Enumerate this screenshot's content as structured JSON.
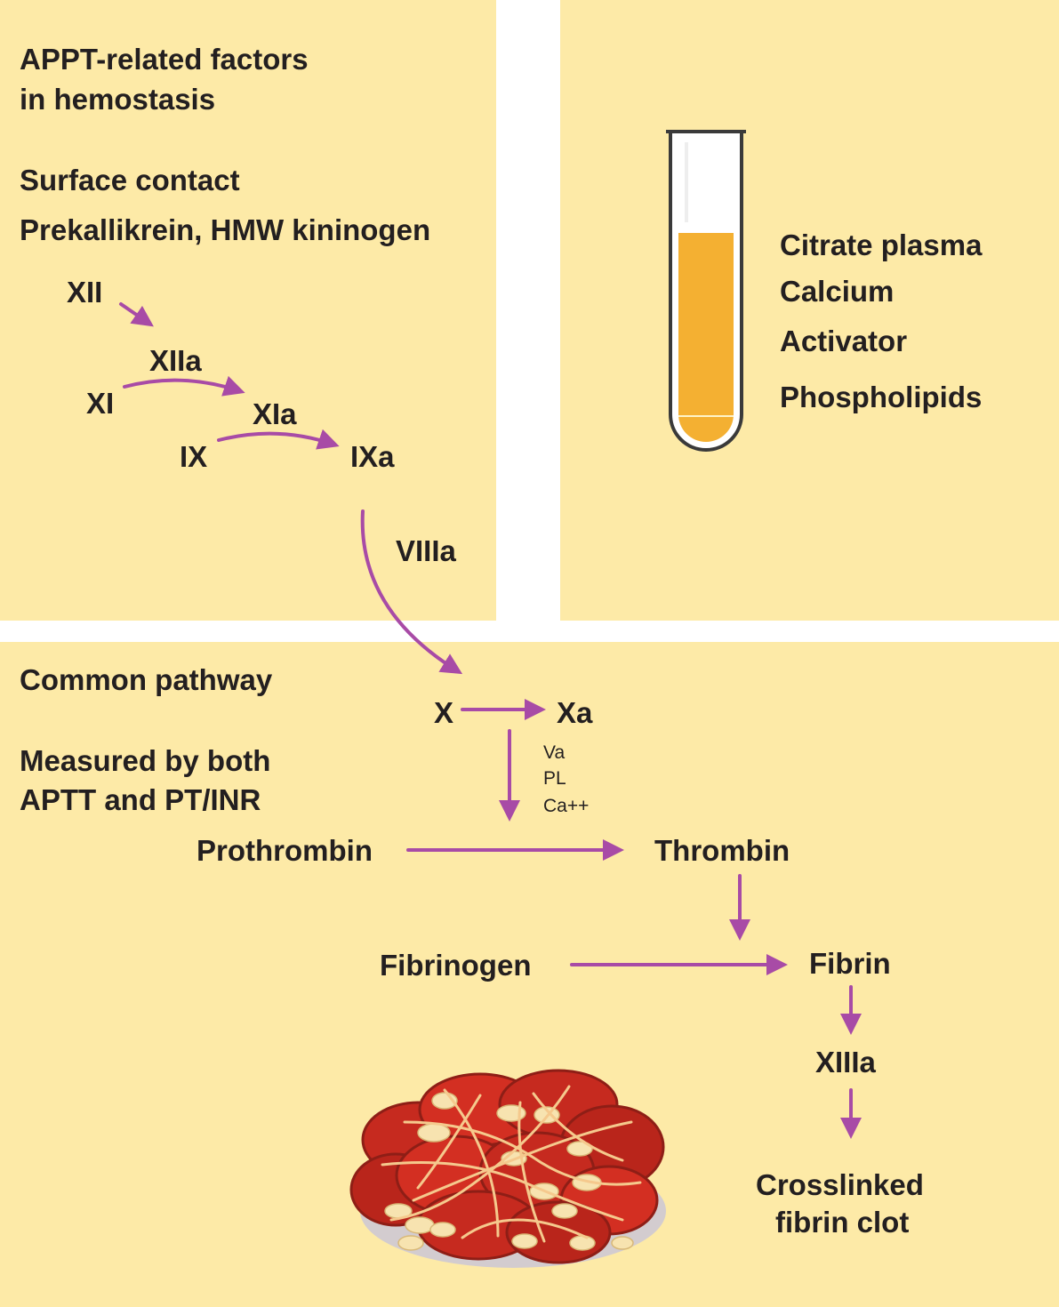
{
  "colors": {
    "panel_fill": "#fdeaa7",
    "arrow": "#a84ba6",
    "tube_liquid": "#f4b032",
    "text": "#231f20"
  },
  "heading": {
    "title_line1": "APPT-related factors",
    "title_line2": "in hemostasis"
  },
  "intrinsic": {
    "surface_contact": "Surface contact",
    "prekallikrein": "Prekallikrein, HMW kininogen",
    "factors": {
      "XII": "XII",
      "XIIa": "XIIa",
      "XI": "XI",
      "XIa": "XIa",
      "IX": "IX",
      "IXa": "IXa",
      "VIIIa": "VIIIa"
    }
  },
  "reagents": {
    "items": [
      "Citrate plasma",
      "Calcium",
      "Activator",
      "Phospholipids"
    ]
  },
  "common": {
    "title": "Common pathway",
    "measured_line1": "Measured by both",
    "measured_line2": "APTT and PT/INR",
    "X": "X",
    "Xa": "Xa",
    "cofactors": [
      "Va",
      "PL",
      "Ca++"
    ],
    "prothrombin": "Prothrombin",
    "thrombin": "Thrombin",
    "fibrinogen": "Fibrinogen",
    "fibrin": "Fibrin",
    "XIIIa": "XIIIa",
    "clot_line1": "Crosslinked",
    "clot_line2": "fibrin clot"
  },
  "icons": [
    "test-tube-icon",
    "blood-clot-icon"
  ]
}
